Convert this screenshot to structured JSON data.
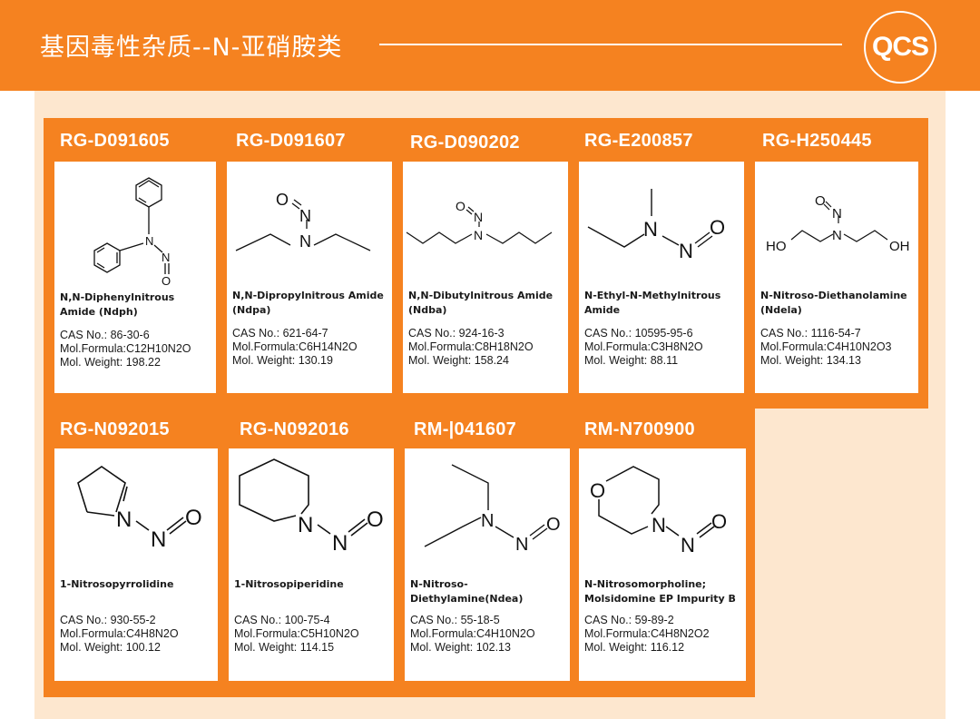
{
  "header": {
    "title": "基因毒性杂质--N-亚硝胺类",
    "logo_text": "QCS"
  },
  "colors": {
    "accent": "#f58220",
    "panel": "#fde7cf"
  },
  "labels": {
    "cas": "CAS No.: ",
    "formula": "Mol.Formula:",
    "weight": "Mol. Weight: "
  },
  "cards": [
    {
      "code": "RG-D091605",
      "name": "N,N-Diphenylnitrous Amide (Ndph)",
      "cas": "86-30-6",
      "formula": "C12H10N2O",
      "weight": "198.22"
    },
    {
      "code": "RG-D091607",
      "name": "N,N-Dipropylnitrous Amide (Ndpa)",
      "cas": "621-64-7",
      "formula": "C6H14N2O",
      "weight": "130.19"
    },
    {
      "code": "RG-D090202",
      "name": "N,N-Dibutylnitrous Amide (Ndba)",
      "cas": "924-16-3",
      "formula": "C8H18N2O",
      "weight": "158.24"
    },
    {
      "code": "RG-E200857",
      "name": "N-Ethyl-N-Methylnitrous Amide",
      "cas": "10595-95-6",
      "formula": "C3H8N2O",
      "weight": "88.11"
    },
    {
      "code": "RG-H250445",
      "name": "N-Nitroso-Diethanolamine (Ndela)",
      "cas": "1116-54-7",
      "formula": "C4H10N2O3",
      "weight": "134.13"
    },
    {
      "code": "RG-N092015",
      "name": "1-Nitrosopyrrolidine",
      "cas": "930-55-2",
      "formula": "C4H8N2O",
      "weight": "100.12"
    },
    {
      "code": "RG-N092016",
      "name": "1-Nitrosopiperidine",
      "cas": "100-75-4",
      "formula": "C5H10N2O",
      "weight": "114.15"
    },
    {
      "code": "RM-|041607",
      "name": "N-Nitroso-Diethylamine(Ndea)",
      "cas": "55-18-5",
      "formula": "C4H10N2O",
      "weight": "102.13"
    },
    {
      "code": "RM-N700900",
      "name": "N-Nitrosomorpholine; Molsidomine EP Impurity B",
      "cas": "59-89-2",
      "formula": "C4H8N2O2",
      "weight": "116.12"
    }
  ],
  "atoms": {
    "n": "N",
    "o": "O",
    "ho": "HO",
    "oh": "OH"
  }
}
